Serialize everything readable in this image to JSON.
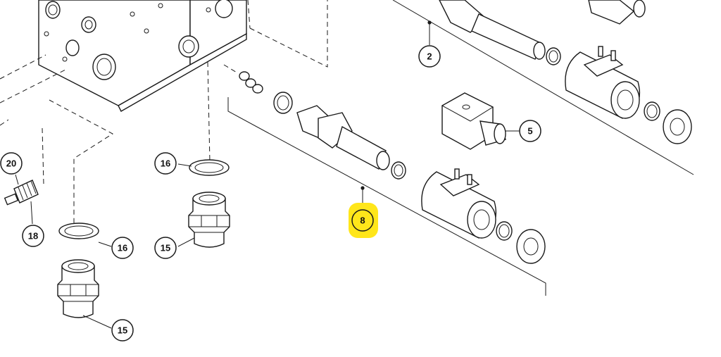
{
  "callouts": {
    "c2": "2",
    "c5": "5",
    "c8": "8",
    "c15a": "15",
    "c15b": "15",
    "c16a": "16",
    "c16b": "16",
    "c18": "18",
    "c20": "20"
  },
  "colors": {
    "highlight": "#ffe61a",
    "line": "#1a1a1a",
    "background": "#ffffff"
  }
}
